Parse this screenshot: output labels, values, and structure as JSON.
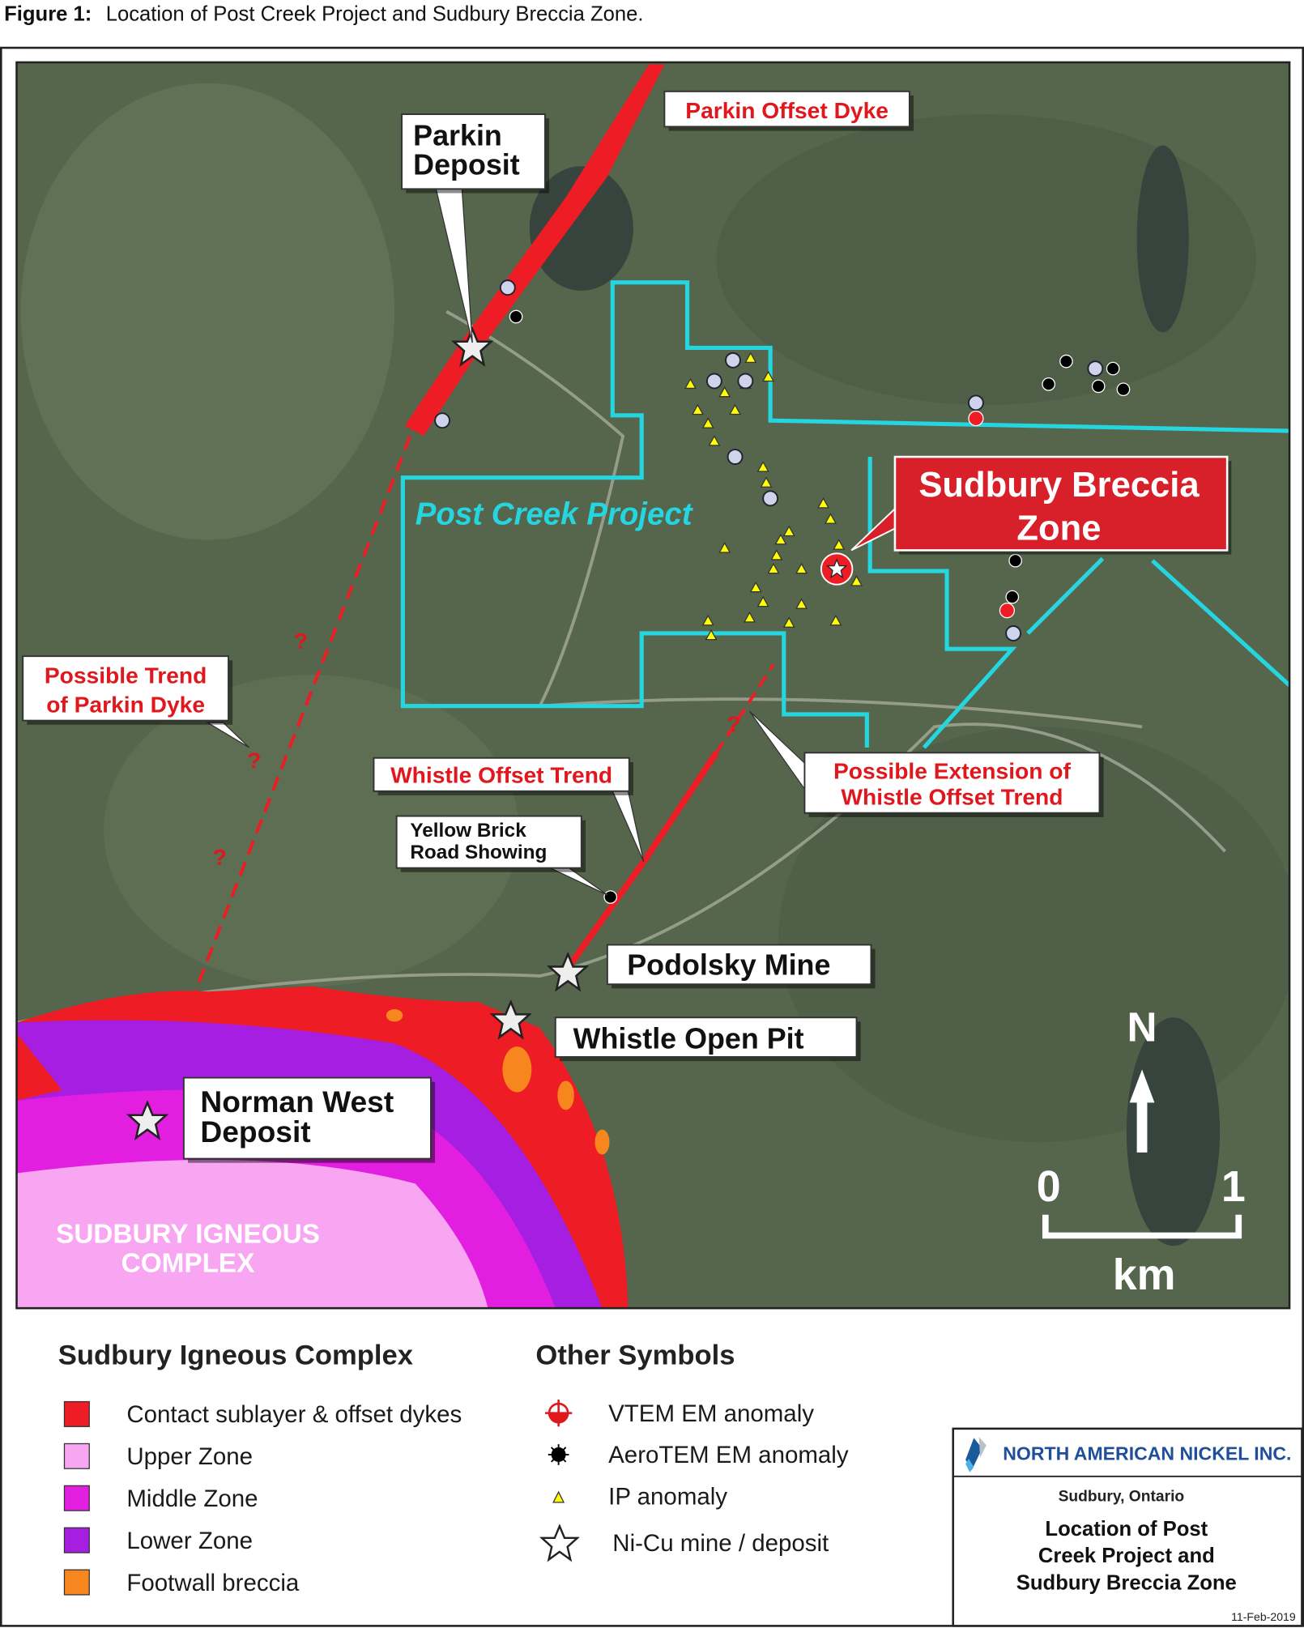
{
  "figure_caption": {
    "label": "Figure 1:",
    "text": "Location of Post Creek Project and Sudbury Breccia Zone."
  },
  "map": {
    "labels": {
      "parkin_offset_dyke": "Parkin Offset Dyke",
      "parkin_deposit": [
        "Parkin",
        "Deposit"
      ],
      "post_creek_project": "Post Creek Project",
      "sudbury_breccia_zone": [
        "Sudbury Breccia",
        "Zone"
      ],
      "possible_trend_parkin": [
        "Possible Trend",
        "of Parkin Dyke"
      ],
      "whistle_offset_trend": "Whistle Offset Trend",
      "possible_extension": [
        "Possible Extension of",
        "Whistle Offset Trend"
      ],
      "yellow_brick_road": [
        "Yellow Brick",
        "Road Showing"
      ],
      "podolsky_mine": "Podolsky Mine",
      "whistle_open_pit": "Whistle Open Pit",
      "norman_west": [
        "Norman West",
        "Deposit"
      ],
      "sic": [
        "SUDBURY IGNEOUS",
        "COMPLEX"
      ],
      "uncertain_mark": "?"
    },
    "north_arrow": "N",
    "scale": {
      "start": "0",
      "end": "1",
      "unit": "km"
    },
    "colors": {
      "boundary": "#25d6e0",
      "dyke": "#ee1c24",
      "upper": "#f9a6f2",
      "middle": "#e21fe0",
      "lower": "#a61ee2",
      "footwall": "#f7861e"
    }
  },
  "legend": {
    "sic_title": "Sudbury Igneous Complex",
    "sic_items": [
      {
        "label": "Contact sublayer & offset dykes",
        "color": "#ee1c24"
      },
      {
        "label": "Upper Zone",
        "color": "#f9a6f2"
      },
      {
        "label": "Middle Zone",
        "color": "#e21fe0"
      },
      {
        "label": "Lower Zone",
        "color": "#a61ee2"
      },
      {
        "label": "Footwall breccia",
        "color": "#f7861e"
      }
    ],
    "other_title": "Other Symbols",
    "other_items": [
      {
        "label": "VTEM EM anomaly",
        "icon": "vtem-icon"
      },
      {
        "label": "AeroTEM EM anomaly",
        "icon": "aerotem-icon"
      },
      {
        "label": "IP anomaly",
        "icon": "ip-triangle-icon"
      },
      {
        "label": "Ni-Cu mine / deposit",
        "icon": "star-icon"
      }
    ]
  },
  "title_block": {
    "company": "NORTH AMERICAN NICKEL INC.",
    "location": "Sudbury, Ontario",
    "title": [
      "Location of Post",
      "Creek Project and",
      "Sudbury Breccia Zone"
    ],
    "date": "11-Feb-2019"
  }
}
